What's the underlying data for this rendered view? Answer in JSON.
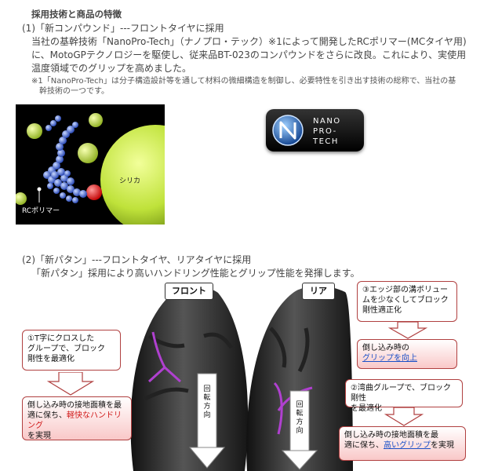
{
  "heading": "採用技術と商品の特徴",
  "section1": {
    "title": "(1)「新コンパウンド」---フロントタイヤに採用",
    "para": [
      "当社の基幹技術「NanoPro-Tech」（ナノプロ・テック）※1によって開発したRCポリマー(MCタイヤ用)",
      "に、MotoGPテクノロジーを駆使し、従来品BT-023のコンパウンドをさらに改良。これにより、実使用",
      "温度領域でのグリップを高めました。"
    ],
    "note": [
      "※1「NanoPro-Tech」は分子構造設計等を通して材料の微細構造を制御し、必要特性を引き出す技術の総称で、当社の基",
      "幹技術の一つです。"
    ],
    "figure": {
      "silica_label": "シリカ",
      "rc_label": "RCポリマー"
    },
    "logo": {
      "line1": "NANO",
      "line2": "PRO-",
      "line3": "TECH"
    }
  },
  "section2": {
    "title": "(2)「新パタン」---フロントタイヤ、リアタイヤに採用",
    "desc": "「新パタン」採用により高いハンドリング性能とグリップ性能を発揮します。",
    "front_label": "フロント",
    "rear_label": "リア",
    "rotation_label": [
      "回",
      "転",
      "方",
      "向"
    ],
    "callouts": {
      "c1": [
        "①T字にクロスした",
        "グループで、ブロック",
        "剛性を最適化"
      ],
      "c1_result": {
        "pre": "倒し込み時の接地面積を最",
        "mid": "適に保ち、",
        "hl": "軽快なハンドリング",
        "post": "を実現"
      },
      "c3": [
        "③エッジ部の溝ボリュー",
        "ムを少なくしてブロック",
        "剛性適正化"
      ],
      "c3_result": {
        "pre": "倒し込み時の",
        "hl": "グリップを向上"
      },
      "c2": [
        "②湾曲グループで、ブロック剛性",
        "を最適化"
      ],
      "c2_result": {
        "pre": "倒し込み時の接地面積を最",
        "mid": "適に保ち、",
        "hl": "高いグリップ",
        "post": "を実現"
      }
    }
  },
  "colors": {
    "accent_red": "#d01818",
    "accent_blue": "#1a50c8",
    "groove": "#b040d0"
  }
}
